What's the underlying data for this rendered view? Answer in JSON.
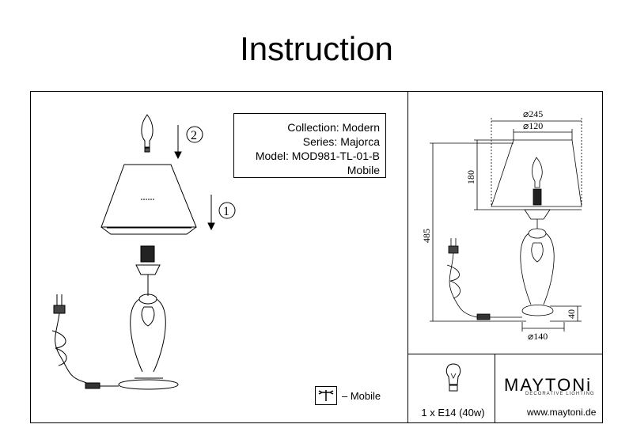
{
  "title": "Instruction",
  "info": {
    "collection": "Collection: Modern",
    "series": "Series: Majorca",
    "model": "Model: MOD981-TL-01-B",
    "variant": "Mobile"
  },
  "steps": {
    "step1": "1",
    "step2": "2"
  },
  "mobile_note": "– Mobile",
  "bulb_spec": "1 x E14 (40w)",
  "brand": {
    "name": "MAYTONi",
    "tagline": "DECORATIVE LIGHTING",
    "website": "www.maytoni.de"
  },
  "dimensions": {
    "d245": "⌀245",
    "d120": "⌀120",
    "h180": "180",
    "h485": "485",
    "h40": "40",
    "d140": "⌀140"
  }
}
